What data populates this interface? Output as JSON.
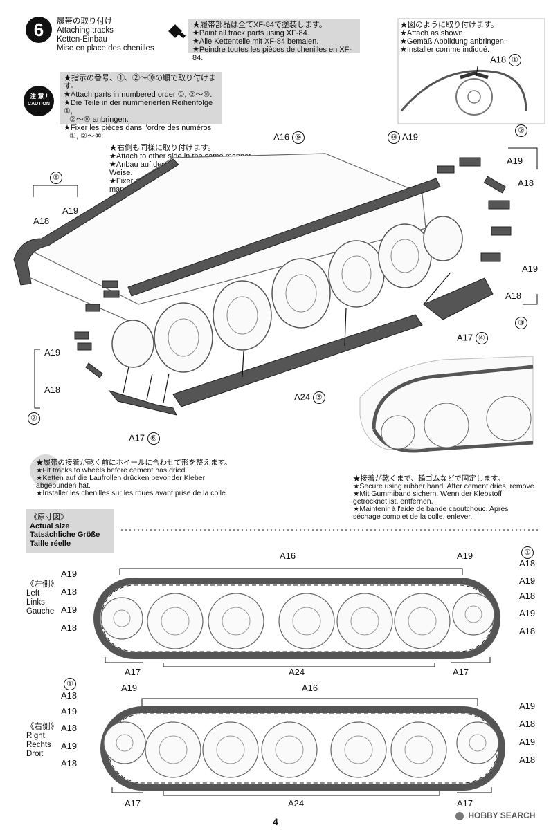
{
  "step": {
    "number": "6",
    "title_ja": "履帯の取り付け",
    "title_en": "Attaching tracks",
    "title_de": "Ketten-Einbau",
    "title_fr": "Mise en place des chenilles"
  },
  "paint_note": [
    "★履帯部品は全てXF-84で塗装します。",
    "★Paint all track parts using XF-84.",
    "★Alle Kettenteile mit XF-84 bemalen.",
    "★Peindre toutes les pièces de chenilles en XF-84."
  ],
  "caution": {
    "badge_ja": "注 意 !",
    "badge_en": "CAUTION",
    "lines": [
      "★指示の番号、①、②～⑩の順で取り付けます。",
      "★Attach parts in numbered order ①, ②～⑩.",
      "★Die Teile in der nummerierten Reihenfolge ①,",
      "②～⑩ anbringen.",
      "★Fixer les pièces dans l'ordre des numéros",
      "①, ②～⑩."
    ]
  },
  "attach_note": [
    "★図のように取り付けます。",
    "★Attach as shown.",
    "★Gemäß Abbildung anbringen.",
    "★Installer comme indiqué."
  ],
  "other_side_note": [
    "★右側も同様に取り付けます。",
    "★Attach to other side in the same manner.",
    "★Anbau auf der anderen Seite in gleicher",
    "Weise.",
    "★Fixer à l'autre côté de la même",
    "manière."
  ],
  "fit_note": [
    "★履帯の接着が乾く前にホイールに合わせて形を整えます。",
    "★Fit tracks to wheels before cement has dried.",
    "★Ketten auf die Laufrollen drücken bevor der Kleber abgebunden hat.",
    "★Installer les chenilles sur les roues avant prise de la colle."
  ],
  "rubber_note": [
    "★接着が乾くまで、輪ゴムなどで固定します。",
    "★Secure using rubber band. After cement dries, remove.",
    "★Mit Gummiband sichern. Wenn der Klebstoff",
    "getrocknet ist, entfernen.",
    "★Maintenir à l'aide de bande caoutchouc. Après",
    "séchage complet de la colle, enlever."
  ],
  "actual_size": {
    "ja": "《原寸図》",
    "en": "Actual size",
    "de": "Tatsächliche Größe",
    "fr": "Taille réelle"
  },
  "part_labels": {
    "a16": "A16",
    "a17": "A17",
    "a18": "A18",
    "a19": "A19",
    "a24": "A24",
    "c1": "①",
    "c2": "②",
    "c3": "③",
    "c4": "④",
    "c5": "⑤",
    "c6": "⑥",
    "c7": "⑦",
    "c8": "⑧",
    "c9": "⑨",
    "c10": "⑩"
  },
  "left_side": {
    "ja": "《左側》",
    "en": "Left",
    "de": "Links",
    "fr": "Gauche"
  },
  "right_side": {
    "ja": "《右側》",
    "en": "Right",
    "de": "Rechts",
    "fr": "Droit"
  },
  "page_number": "4",
  "watermark": "HOBBY SEARCH",
  "colors": {
    "gray_box": "#d8d8d8",
    "ink": "#111111",
    "track": "#555555"
  }
}
